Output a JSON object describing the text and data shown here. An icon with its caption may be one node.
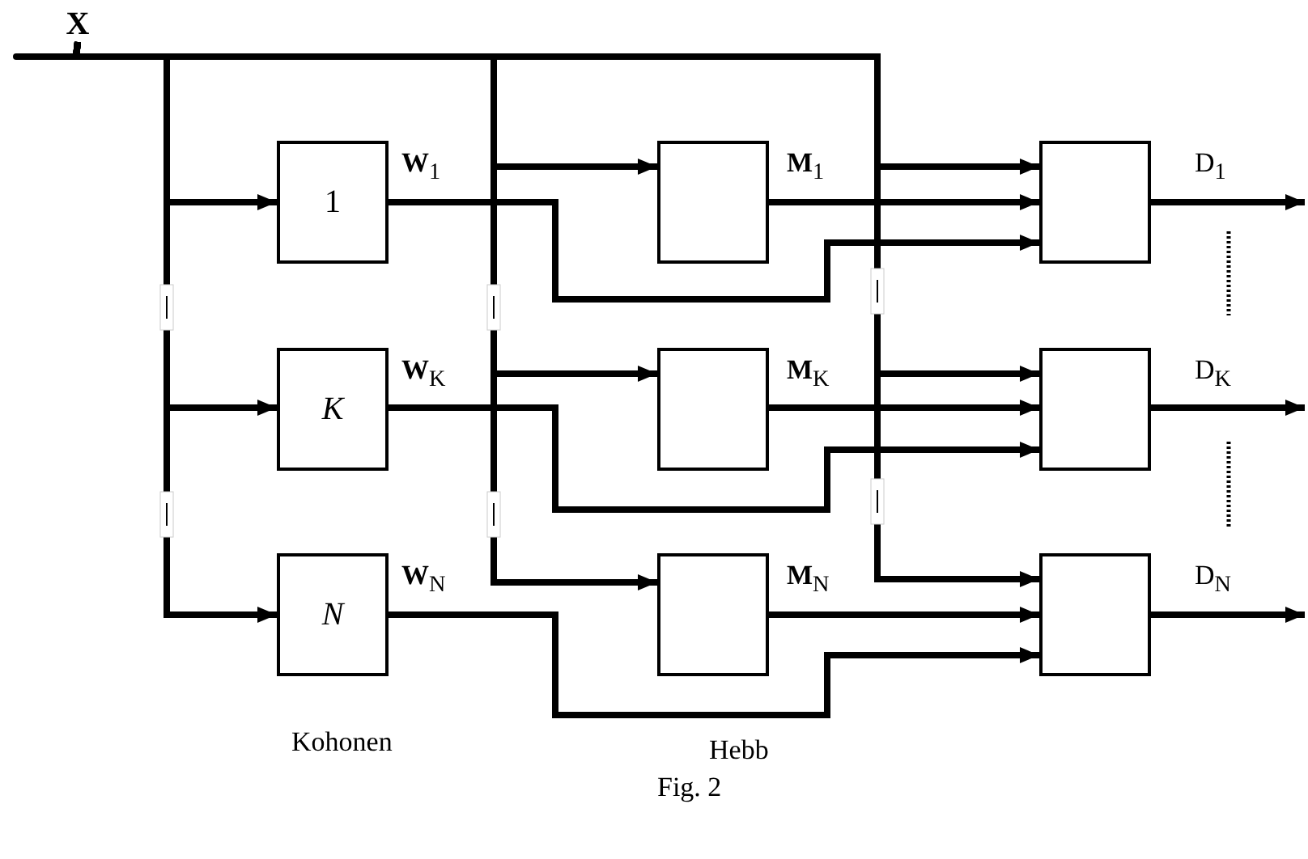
{
  "diagram": {
    "caption": "Fig. 2",
    "nodes": [
      {
        "text": [
          "X"
        ]
      },
      {
        "text": [
          "1"
        ]
      },
      {
        "text": [
          "K"
        ]
      },
      {
        "text": [
          "N"
        ]
      },
      {
        "text": [],
        "shape": "box"
      },
      {
        "text": [],
        "shape": "box"
      },
      {
        "text": [],
        "shape": "box"
      },
      {
        "text": [],
        "shape": "box"
      },
      {
        "text": [],
        "shape": "box"
      },
      {
        "text": [],
        "shape": "box"
      }
    ],
    "edges": [
      {
        "from": 0,
        "to": 1,
        "arrow": "to"
      },
      {
        "from": 0,
        "to": 2,
        "arrow": "to"
      },
      {
        "from": 0,
        "to": 3,
        "arrow": "to"
      },
      {
        "from": 0,
        "to": 4,
        "arrow": "to"
      },
      {
        "from": 0,
        "to": 5,
        "arrow": "to"
      },
      {
        "from": 0,
        "to": 6,
        "arrow": "to"
      },
      {
        "from": 0,
        "to": 7,
        "arrow": "to"
      },
      {
        "from": 0,
        "to": 8,
        "arrow": "to"
      },
      {
        "from": 0,
        "to": 9,
        "arrow": "to"
      },
      {
        "from": 1,
        "to": 7,
        "arrow": "to",
        "label": "**W**$_{1}$"
      },
      {
        "from": 2,
        "to": 8,
        "arrow": "to",
        "label": "**W**$_{K}$"
      },
      {
        "from": 3,
        "to": 9,
        "arrow": "to",
        "label": "**W**$_{N}$"
      },
      {
        "from": 4,
        "to": 7,
        "arrow": "to",
        "label": "**M**$_{1}$"
      },
      {
        "from": 5,
        "to": 8,
        "arrow": "to",
        "label": "**M**$_{K}$"
      },
      {
        "from": 6,
        "to": 9,
        "arrow": "to",
        "label": "**M**$_{N}$"
      },
      {
        "from": 7,
        "to": null,
        "arrow": "to",
        "label": "D$_{1}$"
      },
      {
        "from": 8,
        "to": null,
        "arrow": "to",
        "label": "D$_{K}$"
      },
      {
        "from": 9,
        "to": null,
        "arrow": "to",
        "label": "D$_{N}$"
      }
    ],
    "labels": [
      "Kohonen",
      "Hebb"
    ]
  }
}
